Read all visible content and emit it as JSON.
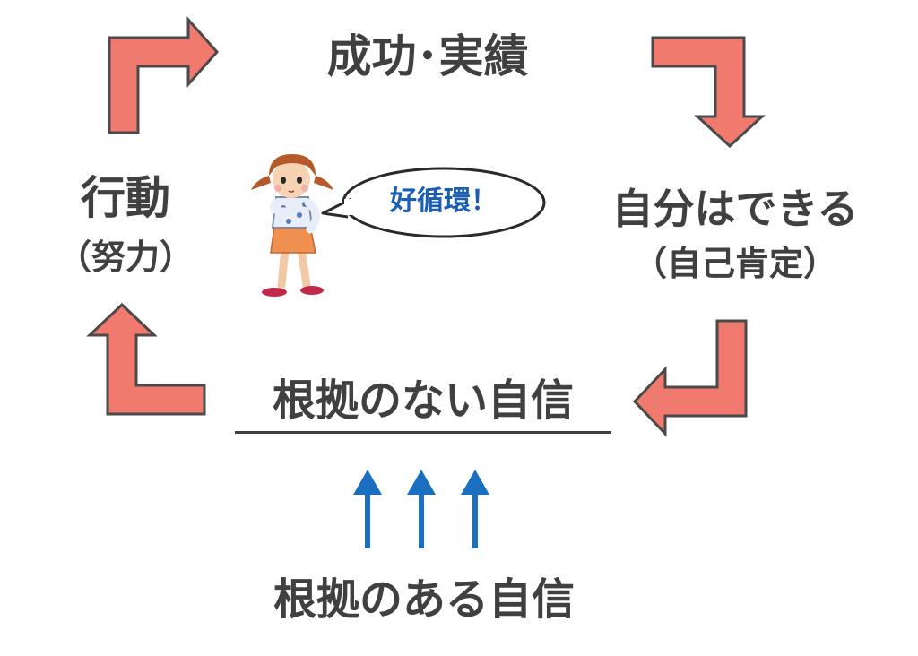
{
  "nodes": {
    "success": "成功･実績",
    "action": "行動",
    "effort": "（努力）",
    "can_do": "自分はできる",
    "self_affirmation": "（自己肯定）",
    "groundless_confidence": "根拠のない自信",
    "grounded_confidence": "根拠のある自信"
  },
  "speech_bubble": {
    "text": "好循環！"
  },
  "colors": {
    "cycle_arrow_fill": "#f07a6e",
    "cycle_arrow_stroke": "#4a4a4a",
    "up_arrow": "#1a6fc0",
    "text": "#404040",
    "speech_text": "#1a5fb4"
  },
  "icons": [
    "girl-character-icon",
    "speech-bubble-icon",
    "up-arrow-icon"
  ]
}
